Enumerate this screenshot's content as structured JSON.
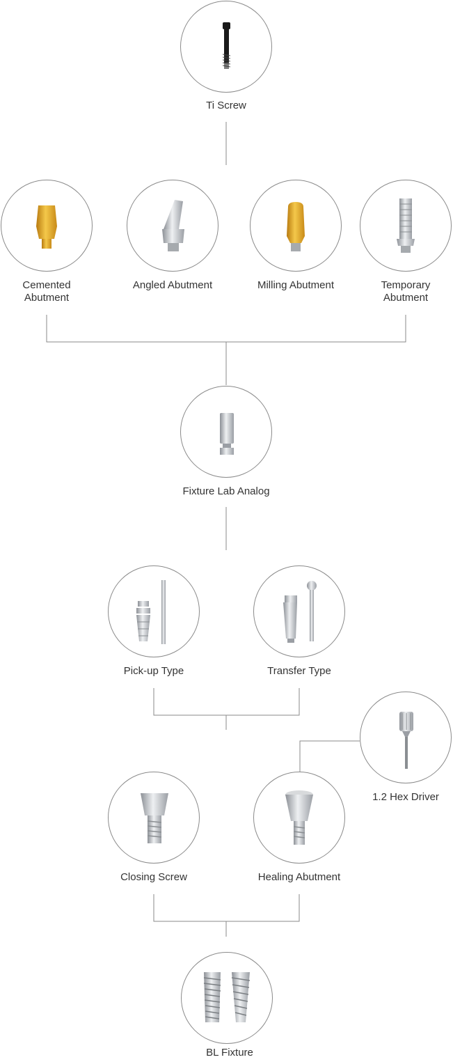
{
  "diagram": {
    "title": "",
    "nodes": [
      {
        "id": "ti-screw",
        "label": "Ti Screw",
        "icon": "ti-screw-icon"
      },
      {
        "id": "cemented-abutment",
        "label": "Cemented\nAbutment",
        "icon": "cemented-abutment-icon"
      },
      {
        "id": "angled-abutment",
        "label": "Angled Abutment",
        "icon": "angled-abutment-icon"
      },
      {
        "id": "milling-abutment",
        "label": "Milling Abutment",
        "icon": "milling-abutment-icon"
      },
      {
        "id": "temporary-abutment",
        "label": "Temporary\nAbutment",
        "icon": "temporary-abutment-icon"
      },
      {
        "id": "fixture-lab-analog",
        "label": "Fixture Lab Analog",
        "icon": "fixture-lab-analog-icon"
      },
      {
        "id": "pick-up-type",
        "label": "Pick-up Type",
        "icon": "pick-up-type-icon"
      },
      {
        "id": "transfer-type",
        "label": "Transfer Type",
        "icon": "transfer-type-icon"
      },
      {
        "id": "hex-driver",
        "label": "1.2 Hex Driver",
        "icon": "hex-driver-icon"
      },
      {
        "id": "closing-screw",
        "label": "Closing Screw",
        "icon": "closing-screw-icon"
      },
      {
        "id": "healing-abutment",
        "label": "Healing Abutment",
        "icon": "healing-abutment-icon"
      },
      {
        "id": "bl-fixture",
        "label": "BL Fixture",
        "icon": "bl-fixture-icon"
      }
    ],
    "edges": [
      [
        "ti-screw",
        "abutment-group"
      ],
      [
        "cemented-abutment",
        "fixture-lab-analog"
      ],
      [
        "temporary-abutment",
        "fixture-lab-analog"
      ],
      [
        "fixture-lab-analog",
        "impression-group"
      ],
      [
        "pick-up-type",
        "healing-group"
      ],
      [
        "transfer-type",
        "healing-group"
      ],
      [
        "hex-driver",
        "healing-abutment"
      ],
      [
        "closing-screw",
        "bl-fixture"
      ],
      [
        "healing-abutment",
        "bl-fixture"
      ]
    ],
    "colors": {
      "line": "#8a8a8a",
      "text": "#333333",
      "gold": "#e0a020",
      "metal": "#b8bcc0",
      "dark": "#1a1a1a"
    }
  }
}
